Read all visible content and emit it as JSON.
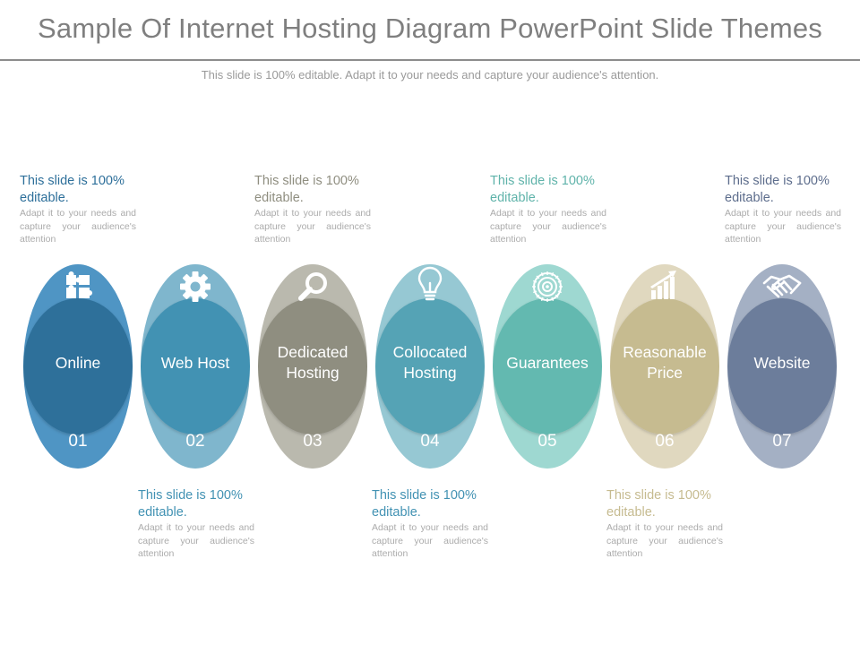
{
  "title": "Sample Of Internet Hosting Diagram PowerPoint Slide Themes",
  "subtitle": "This slide is 100% editable. Adapt it to your needs and capture your audience's attention.",
  "note_text": {
    "lead": "This slide is 100% editable.",
    "rest": "Adapt it to your needs and capture your audience's attention"
  },
  "steps": [
    {
      "label": "Online",
      "number": "01",
      "icon": "puzzle-icon",
      "color": "#2d6f9a",
      "cap_color": "#4f95c4"
    },
    {
      "label": "Web Host",
      "number": "02",
      "icon": "gear-icon",
      "color": "#4292b3",
      "cap_color": "#7fb6cd"
    },
    {
      "label": "Dedicated Hosting",
      "number": "03",
      "icon": "magnifier-icon",
      "color": "#8f8e80",
      "cap_color": "#bab9ae"
    },
    {
      "label": "Collocated Hosting",
      "number": "04",
      "icon": "lightbulb-icon",
      "color": "#54a3b5",
      "cap_color": "#96c8d3"
    },
    {
      "label": "Guarantees",
      "number": "05",
      "icon": "target-icon",
      "color": "#64b9b0",
      "cap_color": "#9ed8d1"
    },
    {
      "label": "Reasonable Price",
      "number": "06",
      "icon": "growth-chart-icon",
      "color": "#c6bb90",
      "cap_color": "#e0d8bf"
    },
    {
      "label": "Website",
      "number": "07",
      "icon": "handshake-icon",
      "color": "#6c7d9b",
      "cap_color": "#a4b0c4"
    }
  ],
  "notes": [
    {
      "step": "01",
      "position": "top",
      "lead_color": "#2d6f9a"
    },
    {
      "step": "02",
      "position": "bottom",
      "lead_color": "#4292b3"
    },
    {
      "step": "03",
      "position": "top",
      "lead_color": "#8f8e80"
    },
    {
      "step": "04",
      "position": "bottom",
      "lead_color": "#4292b3"
    },
    {
      "step": "05",
      "position": "top",
      "lead_color": "#5fb3aa"
    },
    {
      "step": "06",
      "position": "bottom",
      "lead_color": "#c6bb90"
    },
    {
      "step": "07",
      "position": "top",
      "lead_color": "#5d6d8c"
    }
  ]
}
